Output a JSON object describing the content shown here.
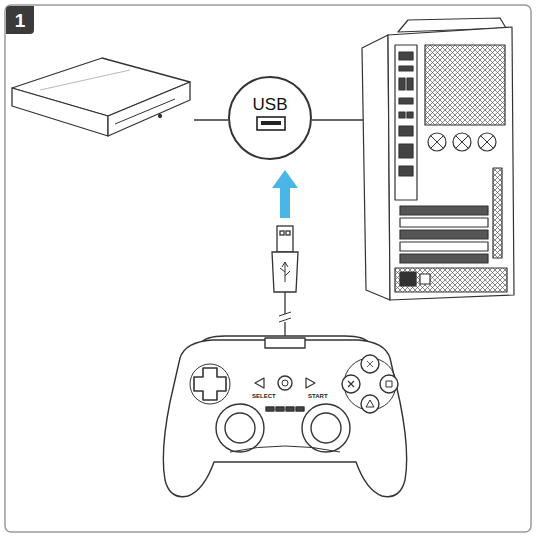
{
  "diagram": {
    "nodes": [
      {
        "text": [
          "1"
        ]
      },
      {
        "text": [
          "USB"
        ]
      }
    ],
    "labels": [
      "SELECT",
      "START"
    ]
  }
}
